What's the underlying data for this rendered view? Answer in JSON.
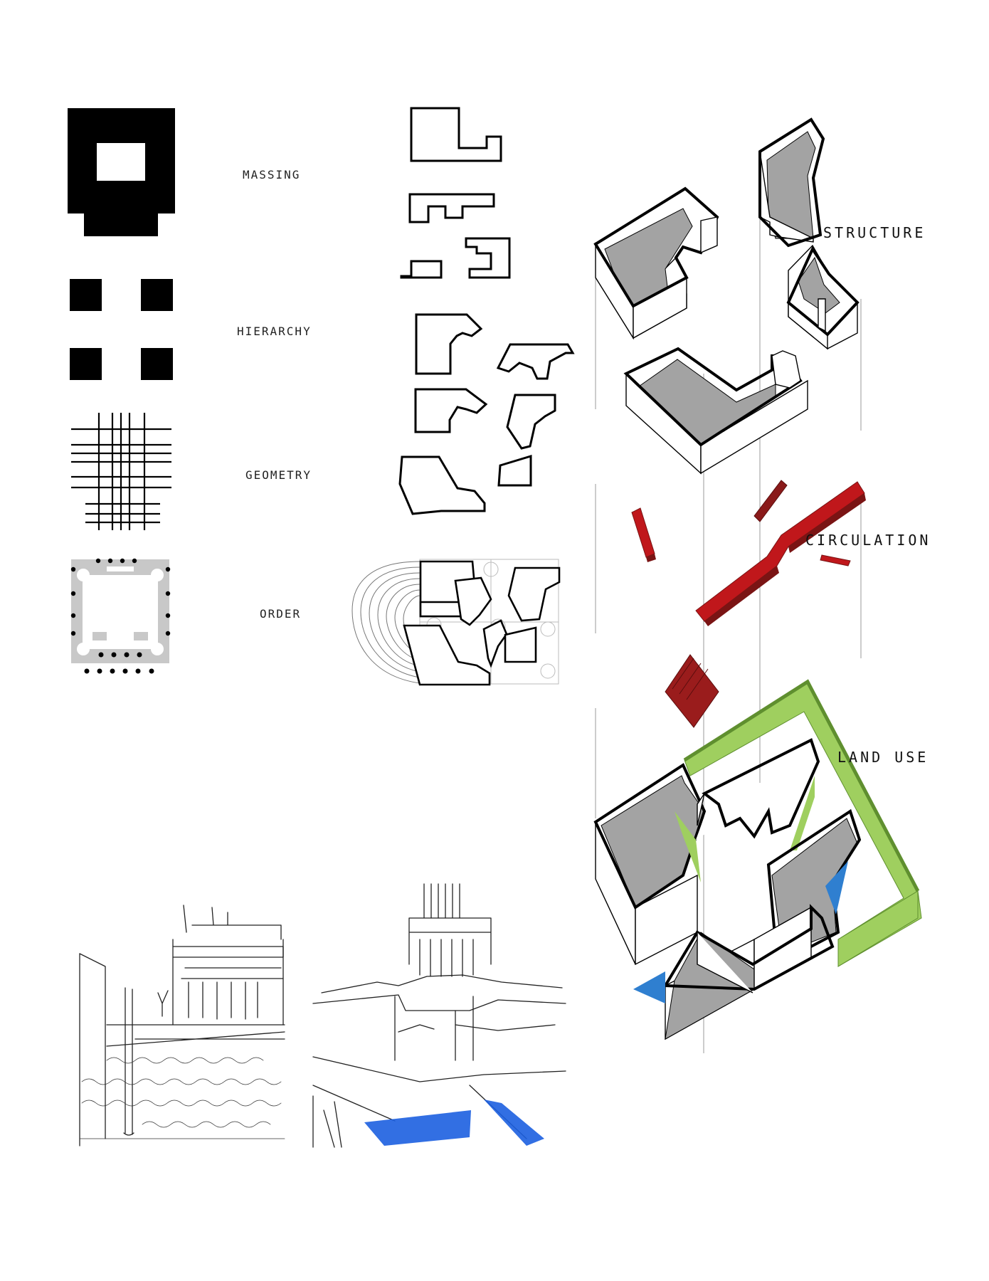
{
  "left_labels": {
    "massing": "MASSING",
    "hierarchy": "HIERARCHY",
    "geometry": "GEOMETRY",
    "order": "ORDER"
  },
  "right_labels": {
    "structure": "STRUCTURE",
    "circulation": "CIRCULATION",
    "land_use": "LAND USE"
  },
  "colors": {
    "black": "#000000",
    "grey_fill": "#a3a3a3",
    "order_grey": "#c8c8c8",
    "circulation_red": "#c0171b",
    "circulation_dark_red": "#7a1414",
    "land_use_green": "#9fcf5f",
    "land_use_dark_green": "#5f8f2f",
    "water_blue": "#2f7fd0",
    "sketch_blue": "#1c5fe0"
  }
}
